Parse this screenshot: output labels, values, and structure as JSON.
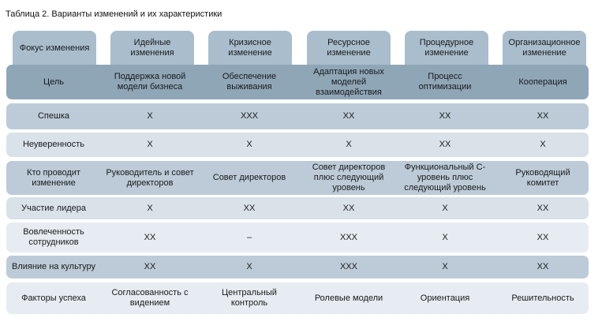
{
  "caption": "Таблица 2. Варианты изменений и их характеристики",
  "header": {
    "focus_label": "Фокус изменения",
    "columns": [
      "Идейные изменения",
      "Кризисное изменение",
      "Ресурсное изменение",
      "Процедурное изменение",
      "Организационное изменение"
    ]
  },
  "rows": [
    {
      "label": "Цель",
      "values": [
        "Поддержка новой модели бизнеса",
        "Обеспечение выживания",
        "Адаптация новых моделей взаимодействия",
        "Процесс оптимизации",
        "Кооперация"
      ]
    },
    {
      "label": "Спешка",
      "values": [
        "X",
        "XXX",
        "XX",
        "XX",
        "XX"
      ]
    },
    {
      "label": "Неуверенность",
      "values": [
        "X",
        "X",
        "X",
        "XX",
        "X"
      ]
    },
    {
      "label": "Кто проводит изменение",
      "values": [
        "Руководитель и совет директоров",
        "Совет директоров",
        "Совет директоров плюс следующий уровень",
        "Функциональный С-уровень плюс следующий уровень",
        "Руководящий комитет"
      ]
    },
    {
      "label": "Участие лидера",
      "values": [
        "X",
        "XX",
        "XX",
        "X",
        "XX"
      ]
    },
    {
      "label": "Вовлеченность сотрудников",
      "values": [
        "XX",
        "–",
        "XXX",
        "X",
        "XX"
      ]
    },
    {
      "label": "Влияние на культуру",
      "values": [
        "XX",
        "X",
        "XXX",
        "X",
        "XX"
      ]
    },
    {
      "label": "Факторы успеха",
      "values": [
        "Согласованность с видением",
        "Центральный контроль",
        "Ролевые модели",
        "Ориентация",
        "Решительность"
      ]
    }
  ],
  "colors": {
    "header_tab": "#a9bdcc",
    "goal_band": "#8fa6b7",
    "dark_band": "#bccbd7",
    "light_band": "#d9e2e9",
    "lightest_band": "#e6ecf1"
  }
}
